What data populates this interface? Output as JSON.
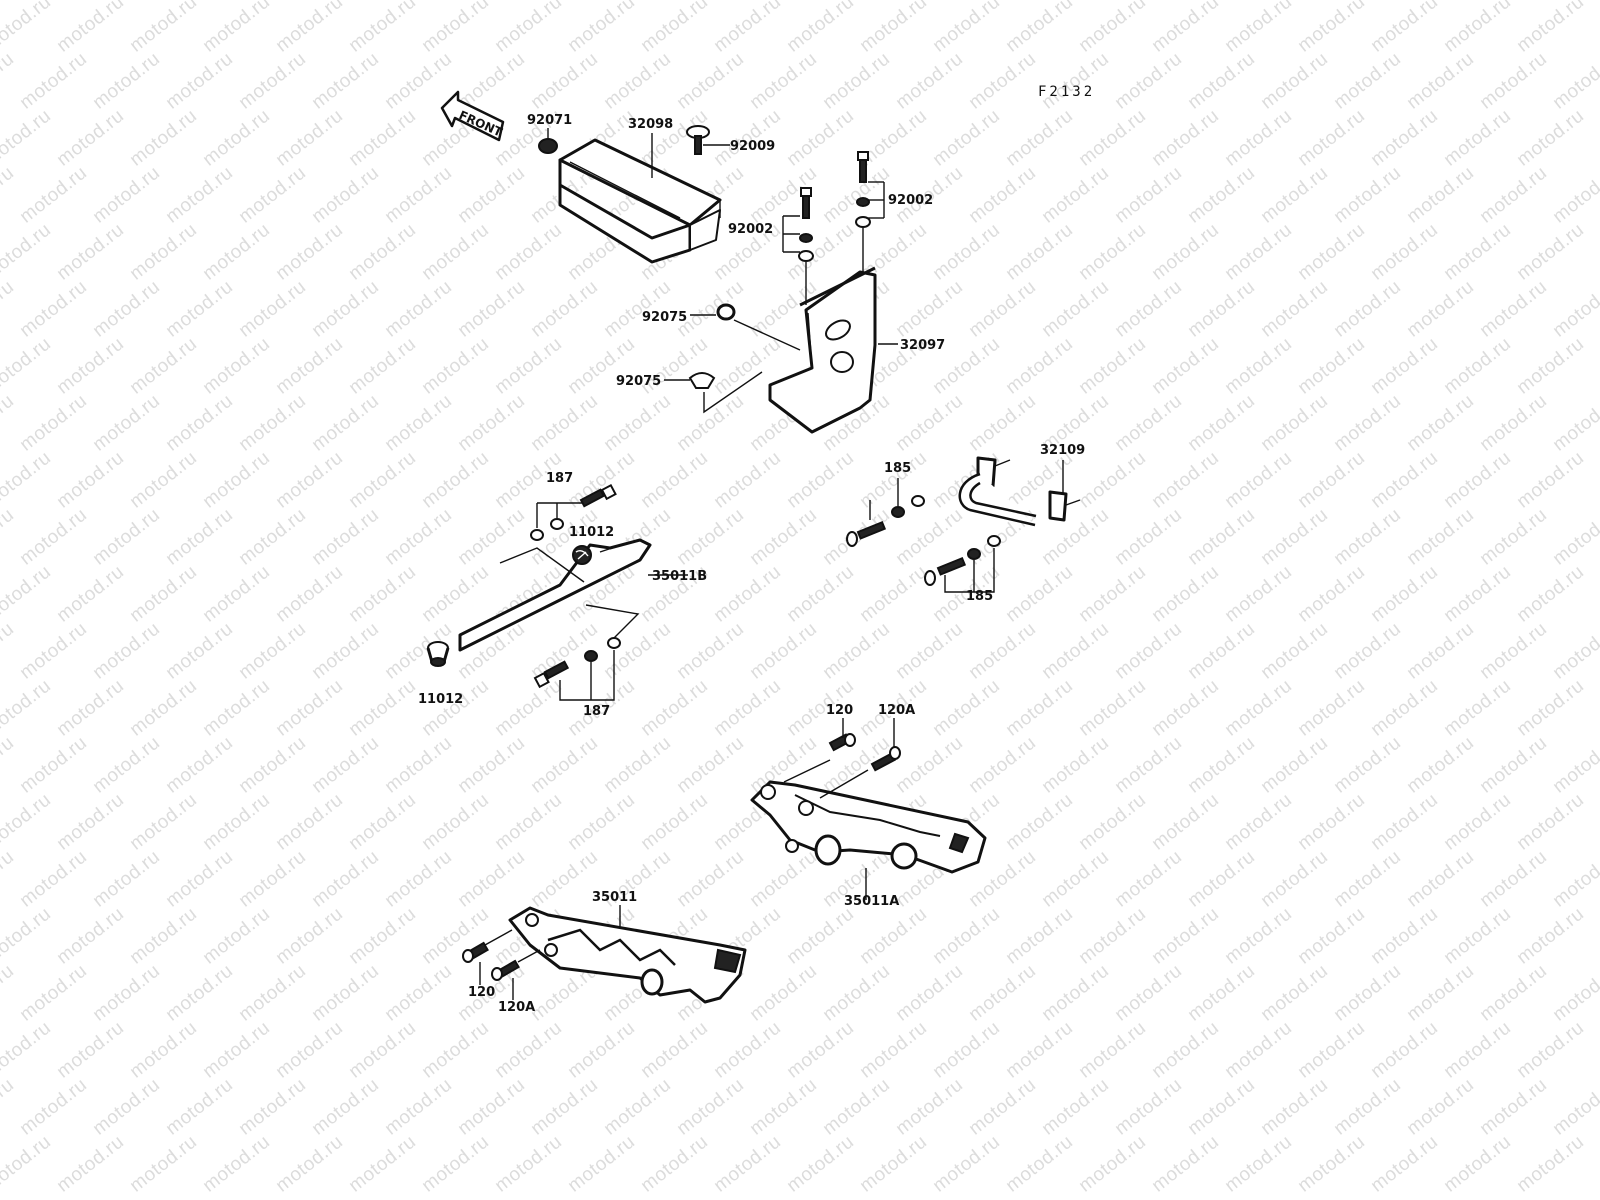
{
  "watermark_text": "motod.ru",
  "figure_code": "F2132",
  "front_arrow_text": "FRONT",
  "callouts": {
    "p92071": "92071",
    "p32098": "32098",
    "p92009": "92009",
    "p92002_right": "92002",
    "p92002_left": "92002",
    "p92075_upper": "92075",
    "p92075_lower": "92075",
    "p32097": "32097",
    "p187_top": "187",
    "p11012_upper": "11012",
    "p35011B": "35011B",
    "p11012_lower": "11012",
    "p187_bottom": "187",
    "p185_top": "185",
    "p32109": "32109",
    "p185_bottom": "185",
    "p120_right": "120",
    "p120A_right": "120A",
    "p35011A": "35011A",
    "p35011": "35011",
    "p120_left": "120",
    "p120A_left": "120A"
  }
}
